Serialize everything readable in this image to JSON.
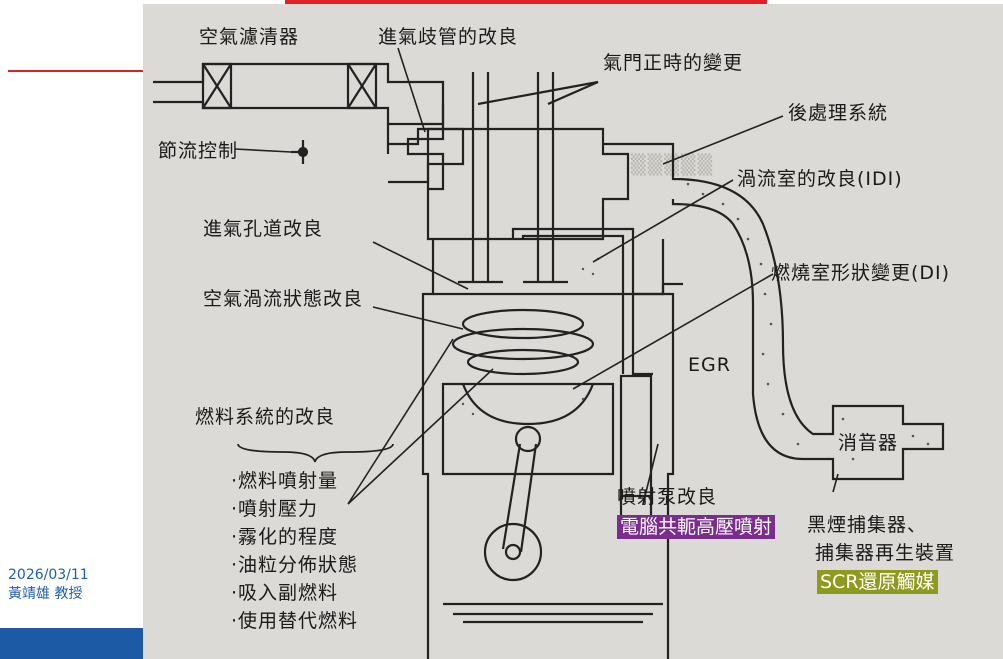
{
  "slide": {
    "date": "2026/03/11",
    "author": "黃靖雄 教授",
    "colors": {
      "accent_red": "#e01f26",
      "meta_blue": "#1f5fb0",
      "bottom_bar": "#1c5aa6",
      "paper": "#dcdad6"
    }
  },
  "diagram": {
    "labels": {
      "air_filter": "空氣濾清器",
      "intake_manifold": "進氣歧管的改良",
      "valve_timing": "氣門正時的變更",
      "throttle": "節流控制",
      "aftertreatment": "後處理系統",
      "swirl_chamber": "渦流室的改良(IDI)",
      "intake_port": "進氣孔道改良",
      "combustion_chamber": "燃燒室形狀變更(DI)",
      "air_swirl": "空氣渦流狀態改良",
      "egr": "EGR",
      "fuel_system": "燃料系統的改良",
      "muffler": "消音器",
      "injection_pump": "噴射泵改良",
      "soot_trap_1": "黑煙捕集器、",
      "soot_trap_2": "捕集器再生裝置"
    },
    "fuel_list": [
      "·燃料噴射量",
      "·噴射壓力",
      "·霧化的程度",
      "·油粒分佈狀態",
      "·吸入副燃料",
      "·使用替代燃料"
    ],
    "highlights": {
      "common_rail": {
        "text": "電腦共軛高壓噴射",
        "color": "#7b2c8f"
      },
      "scr": {
        "text": "SCR還原觸媒",
        "color": "#8e9a1c"
      }
    }
  }
}
